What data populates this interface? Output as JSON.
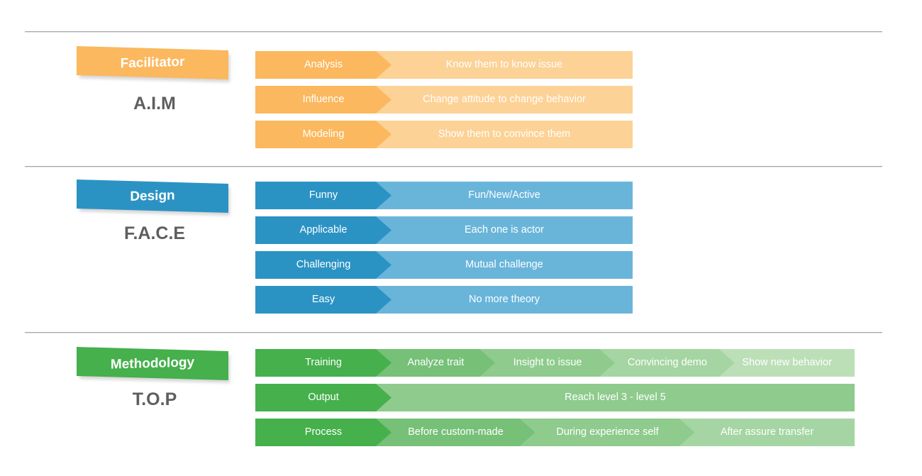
{
  "diagram": {
    "title_semantic": "training-framework-three-pillars",
    "background": "#ffffff",
    "divider_color": "#a6a6a6"
  },
  "palette": {
    "orange_dark": "#fbb85e",
    "orange_light": "#fcd296",
    "blue_dark": "#2b93c4",
    "blue_light": "#69b5da",
    "green_dark": "#45b04c",
    "green_t1": "#76c078",
    "green_t2": "#8ecb8d",
    "green_t3": "#a5d5a2",
    "green_t4": "#bcdfb8",
    "green_t5": "#cfe8cb",
    "label_gray": "#5e5e5e",
    "text_white": "#ffffff"
  },
  "sections": [
    {
      "id": "facilitator",
      "banner_label": "Facilitator",
      "acronym": "A.I.M",
      "banner_color": "#fbb85e",
      "head_color": "#fbb85e",
      "body_color": "#fcd296",
      "rows": [
        {
          "id": "analysis",
          "head": "Analysis",
          "segments": [
            {
              "text": "Know them to know issue",
              "color": "#fcd296"
            }
          ]
        },
        {
          "id": "influence",
          "head": "Influence",
          "segments": [
            {
              "text": "Change attitude to change behavior",
              "color": "#fcd296"
            }
          ]
        },
        {
          "id": "modeling",
          "head": "Modeling",
          "segments": [
            {
              "text": "Show them to convince them",
              "color": "#fcd296"
            }
          ]
        }
      ]
    },
    {
      "id": "design",
      "banner_label": "Design",
      "acronym": "F.A.C.E",
      "banner_color": "#2b93c4",
      "head_color": "#2b93c4",
      "body_color": "#69b5da",
      "rows": [
        {
          "id": "funny",
          "head": "Funny",
          "segments": [
            {
              "text": "Fun/New/Active",
              "color": "#69b5da"
            }
          ]
        },
        {
          "id": "applicable",
          "head": "Applicable",
          "segments": [
            {
              "text": "Each one is actor",
              "color": "#69b5da"
            }
          ]
        },
        {
          "id": "challenging",
          "head": "Challenging",
          "segments": [
            {
              "text": "Mutual challenge",
              "color": "#69b5da"
            }
          ]
        },
        {
          "id": "easy",
          "head": "Easy",
          "segments": [
            {
              "text": "No more theory",
              "color": "#69b5da"
            }
          ]
        }
      ]
    },
    {
      "id": "methodology",
      "banner_label": "Methodology",
      "acronym": "T.O.P",
      "banner_color": "#45b04c",
      "head_color": "#45b04c",
      "body_color": "#8ecb8d",
      "rows": [
        {
          "id": "training",
          "head": "Training",
          "segments": [
            {
              "text": "Analyze trait",
              "color": "#76c078"
            },
            {
              "text": "Insight to issue",
              "color": "#8ecb8d"
            },
            {
              "text": "Convincing demo",
              "color": "#a5d5a2"
            },
            {
              "text": "Show new behavior",
              "color": "#bcdfb8"
            }
          ]
        },
        {
          "id": "output",
          "head": "Output",
          "segments": [
            {
              "text": "Reach level 3 - level 5",
              "color": "#8ecb8d"
            }
          ]
        },
        {
          "id": "process",
          "head": "Process",
          "segments": [
            {
              "text": "Before custom-made",
              "color": "#76c078"
            },
            {
              "text": "During experience self",
              "color": "#8ecb8d"
            },
            {
              "text": "After assure transfer",
              "color": "#a5d5a2"
            }
          ]
        }
      ]
    }
  ]
}
